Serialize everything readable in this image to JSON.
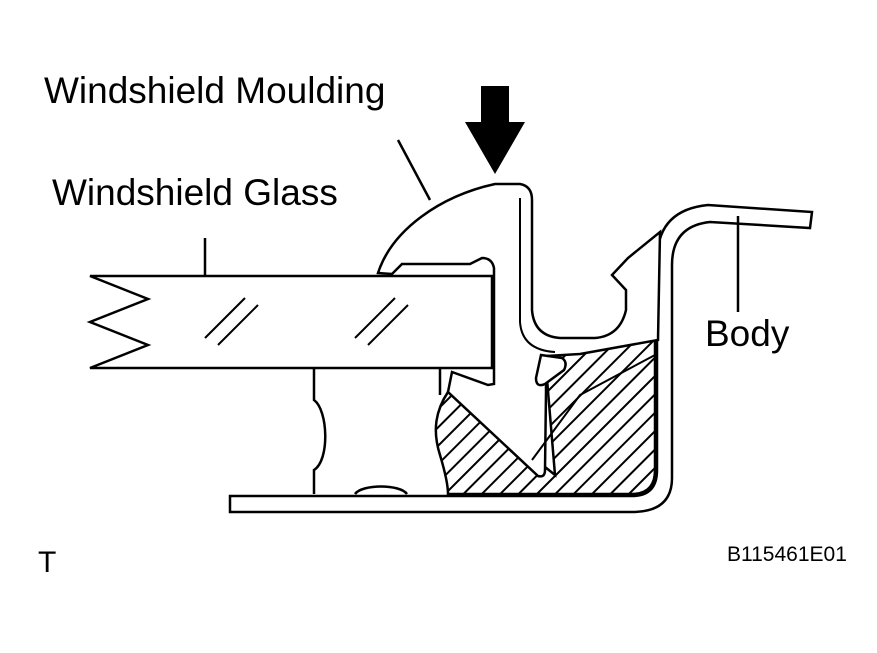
{
  "diagram": {
    "labels": {
      "windshield_moulding": "Windshield Moulding",
      "windshield_glass": "Windshield Glass",
      "body": "Body"
    },
    "view_marker": "T",
    "figure_code": "B115461E01",
    "colors": {
      "ink": "#000000",
      "background": "#ffffff"
    }
  }
}
